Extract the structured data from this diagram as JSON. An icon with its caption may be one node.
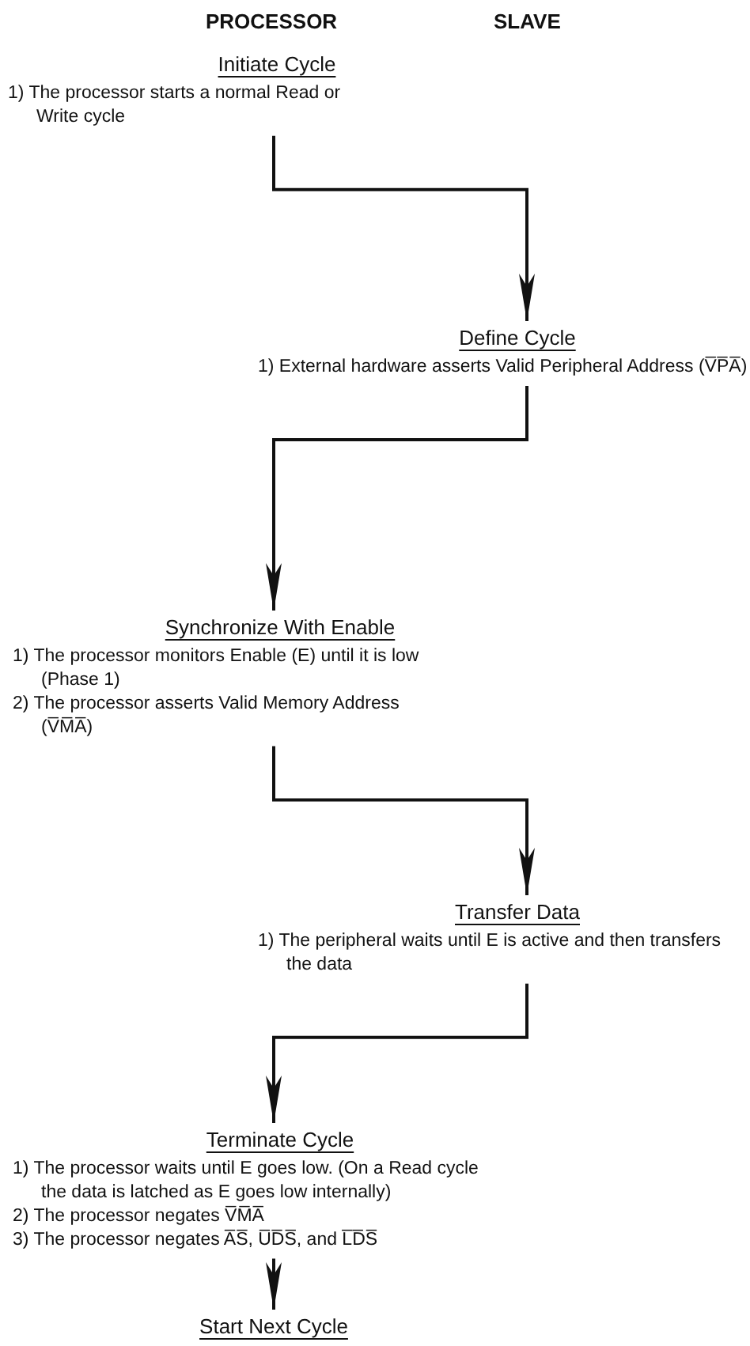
{
  "diagram": {
    "nodes": [
      {
        "text": [
          "Initiate Cycle",
          "1) The processor starts a normal Read or Write cycle"
        ]
      },
      {
        "text": [
          "Define Cycle",
          "1) External hardware asserts Valid Peripheral Address (V̅P̅A̅)"
        ]
      },
      {
        "text": [
          "Synchronize With Enable",
          "1) The processor monitors Enable (E) until it is low (Phase 1)",
          "2) The processor asserts Valid Memory Address (V̅M̅A̅)"
        ]
      },
      {
        "text": [
          "Transfer Data",
          "1) The peripheral waits until E is active and then transfers the data"
        ]
      },
      {
        "text": [
          "Terminate Cycle",
          "1) The processor waits until E goes low. (On a Read cycle the data is latched as E goes low internally)",
          "2) The processor negates V̅M̅A̅",
          "3) The processor negates A̅S̅, U̅D̅S̅, and L̅D̅S̅"
        ]
      },
      {
        "text": [
          "Start Next Cycle"
        ]
      }
    ],
    "edges": [
      {
        "from": 0,
        "to": 1,
        "arrow": "to"
      },
      {
        "from": 1,
        "to": 2,
        "arrow": "to"
      },
      {
        "from": 2,
        "to": 3,
        "arrow": "to"
      },
      {
        "from": 3,
        "to": 4,
        "arrow": "to"
      },
      {
        "from": 4,
        "to": 5,
        "arrow": "to"
      }
    ],
    "labels": [
      "PROCESSOR",
      "SLAVE"
    ]
  }
}
